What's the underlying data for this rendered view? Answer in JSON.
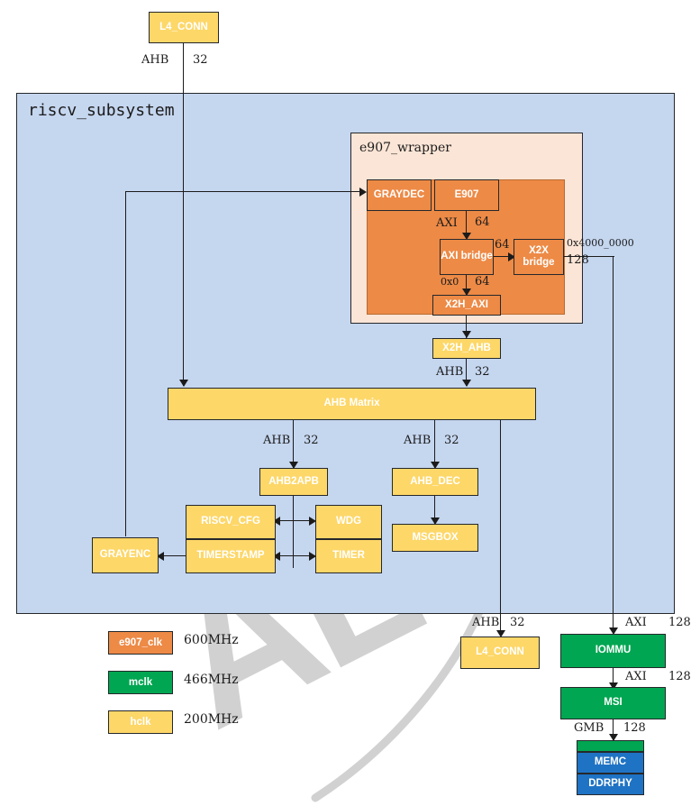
{
  "diagram": {
    "containers": [
      {
        "id": "riscv_subsystem",
        "label": "riscv_subsystem"
      },
      {
        "id": "e907_wrapper",
        "label": "e907_wrapper"
      }
    ],
    "blocks": {
      "l4_conn_top": "L4_CONN",
      "graydec": "GRAYDEC",
      "e907": "E907",
      "axi_bridge": "AXI bridge",
      "x2x_bridge": "X2X bridge",
      "x2h_axi": "X2H_AXI",
      "x2h_ahb": "X2H_AHB",
      "ahb_matrix": "AHB Matrix",
      "ahb2apb": "AHB2APB",
      "ahb_dec": "AHB_DEC",
      "msgbox": "MSGBOX",
      "riscv_cfg": "RISCV_CFG",
      "timerstamp": "TIMERSTAMP",
      "wdg": "WDG",
      "timer": "TIMER",
      "grayenc": "GRAYENC",
      "l4_conn_bot": "L4_CONN",
      "iommu": "IOMMU",
      "msi": "MSI",
      "memc": "MEMC",
      "ddrphy": "DDRPHY"
    },
    "wire_labels": {
      "top_ahb": "AHB",
      "top_32": "32",
      "axi_core": "AXI",
      "axi_core_w": "64",
      "x2x_w": "64",
      "x2h_addr": "0x0",
      "x2h_w": "64",
      "x2x_addr": "0x4000_0000",
      "x2x_out_w": "128",
      "x2h_ahb_proto": "AHB",
      "x2h_ahb_w": "32",
      "apb_proto": "AHB",
      "apb_w": "32",
      "dec_proto": "AHB",
      "dec_w": "32",
      "l4b_proto": "AHB",
      "l4b_w": "32",
      "iommu_proto": "AXI",
      "iommu_w": "128",
      "msi_proto": "AXI",
      "msi_w": "128",
      "gmb_proto": "GMB",
      "gmb_w": "128"
    },
    "legend": [
      {
        "name": "e907_clk",
        "freq": "600MHz",
        "color": "#ed8a46"
      },
      {
        "name": "mclk",
        "freq": "466MHz",
        "color": "#00a651"
      },
      {
        "name": "hclk",
        "freq": "200MHz",
        "color": "#fdd768"
      }
    ],
    "watermark": {
      "text": "ALCC"
    },
    "colors": {
      "subsystem_bg": "#c5d6ef",
      "wrapper_bg": "#fbe5d6",
      "orange": "#ed8a46",
      "yellow": "#fdd768",
      "green": "#00a651",
      "blue": "#1f73c4"
    }
  }
}
